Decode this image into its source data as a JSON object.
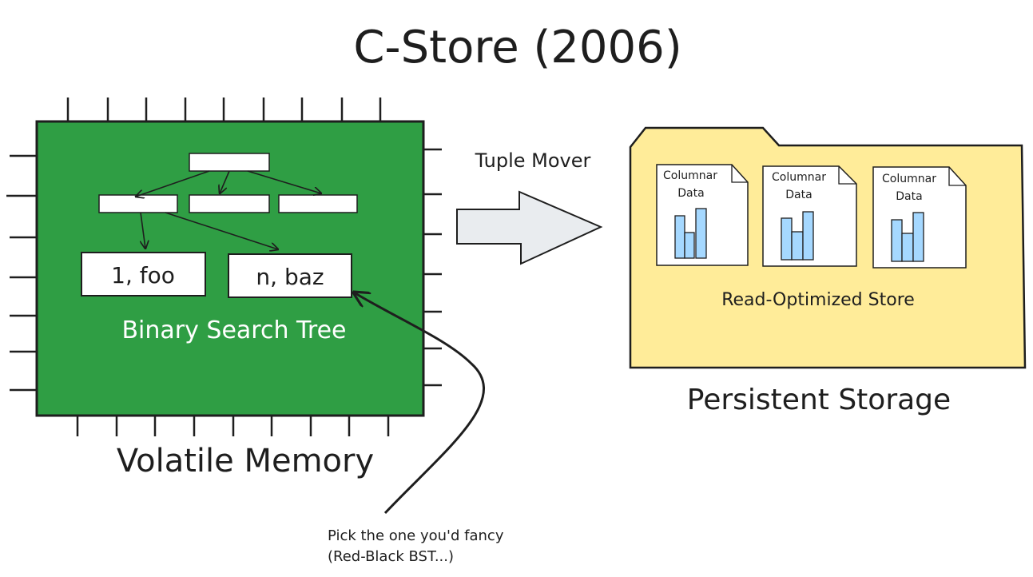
{
  "title": "C-Store (2006)",
  "memory": {
    "label": "Volatile Memory",
    "tree_label": "Binary Search Tree",
    "leaf_left": "1, foo",
    "leaf_right": "n, baz",
    "chip_color": "#2f9e44"
  },
  "mover": {
    "label": "Tuple Mover"
  },
  "storage": {
    "label": "Persistent Storage",
    "store_label": "Read-Optimized Store",
    "folder_color": "#ffec99",
    "docs": [
      {
        "line1": "Columnar",
        "line2": "Data"
      },
      {
        "line1": "Columnar",
        "line2": "Data"
      },
      {
        "line1": "Columnar",
        "line2": "Data"
      }
    ]
  },
  "annotation": {
    "line1": "Pick the one you'd fancy",
    "line2": "(Red-Black BST...)"
  }
}
